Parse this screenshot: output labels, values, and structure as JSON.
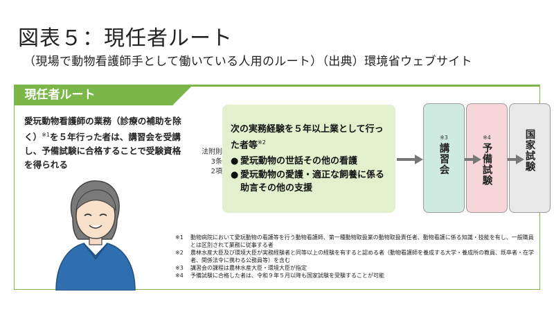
{
  "header": {
    "title": "図表５：現任者ルート",
    "subtitle": "（現場で動物看護師手として働いている人用のルート）（出典）環境省ウェブサイト"
  },
  "panel": {
    "tab_label": "現任者ルート",
    "intro_part1": "愛玩動物看護師の業務（診療の補助を除く）",
    "intro_mark": "※1",
    "intro_part2": "を５年行った者は、講習会を受講し、予備試験に合格することで受験資格を得られる",
    "law_ref": [
      "法附則",
      "3条",
      "2項"
    ],
    "experience": {
      "heading": "次の実務経験を５年以上業として行った者等",
      "heading_mark": "※2",
      "bullet_symbol": "●",
      "items": [
        "愛玩動物の世話その他の看護",
        "愛玩動物の愛護・適正な飼養に係る助言その他の支援"
      ]
    },
    "steps": [
      {
        "note": "※3",
        "label": "講習会"
      },
      {
        "note": "※4",
        "label": "予備試験"
      },
      {
        "note": "",
        "label": "国家試験"
      }
    ],
    "footnotes": [
      {
        "mark": "※1",
        "text": "動物病院において愛玩動物の看護等を行う動物看護師、第一種動物取扱業の動物取扱責任者、動物看護に係る知識・技能を有し、一般職員とは区別されて業務に従事する者"
      },
      {
        "mark": "※2",
        "text": "農林水産大臣及び環境大臣が実務経験者と同等以上の経験を有すると認める者（動物看護師を養成する大学・養成所の教員、既卒者・在学者、関係法令に携わる公務員等）を含む"
      },
      {
        "mark": "※3",
        "text": "講習会の課程は農林水産大臣・環境大臣が指定"
      },
      {
        "mark": "※4",
        "text": "予備試験に合格した者は、令和９年５月以降も国家試験を受験することが可能"
      }
    ]
  },
  "colors": {
    "accent_green": "#7ab648",
    "experience_bg": "#e3f0cd",
    "kosyu_bg": "#cfeae0",
    "yobi_bg": "#f6d6d8",
    "kokka_bg": "#e8e8e8",
    "arrow": "#777777",
    "scrubs": "#2f6fb0"
  }
}
